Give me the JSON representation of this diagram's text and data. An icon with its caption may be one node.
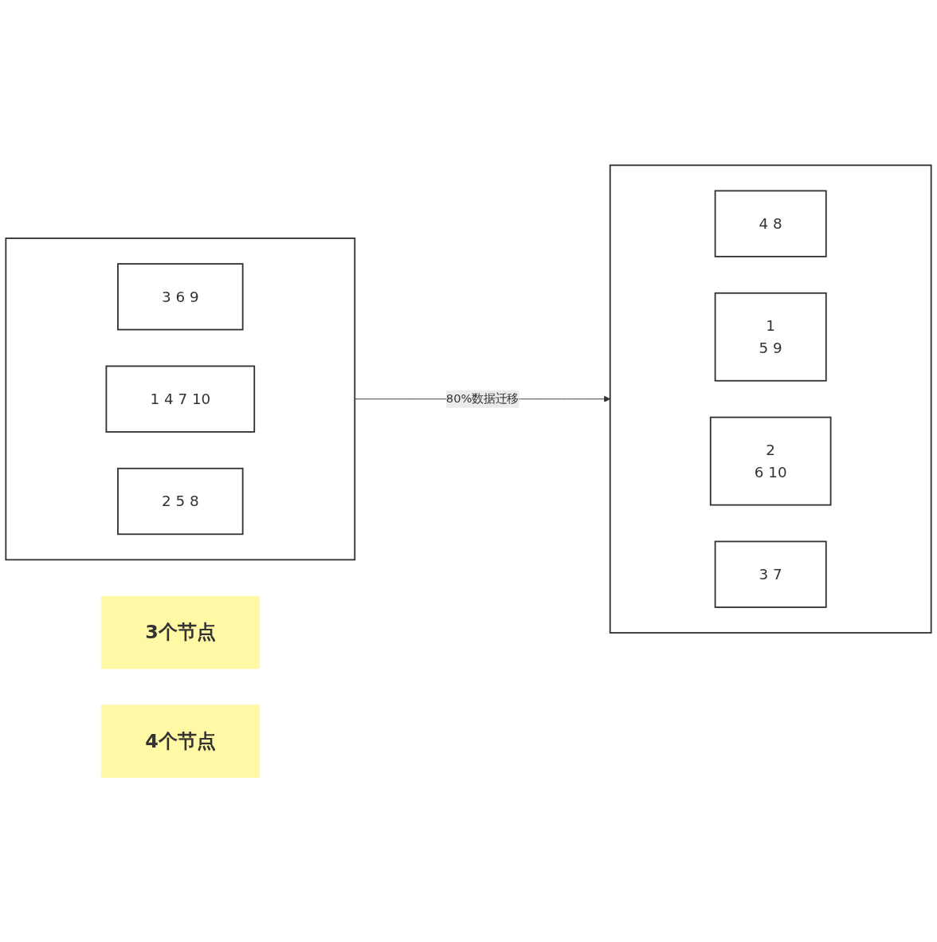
{
  "diagram": {
    "nodes": [
      {
        "text": [
          "3个节点"
        ]
      },
      {
        "text": [
          "4个节点"
        ]
      },
      {
        "text": [],
        "shape": "box"
      },
      {
        "text": [
          "3 6 9"
        ],
        "in": 2
      },
      {
        "text": [
          "1 4 7 10"
        ],
        "in": 2
      },
      {
        "text": [
          "2 5 8"
        ],
        "in": 2
      },
      {
        "text": [],
        "shape": "box"
      },
      {
        "text": [
          "4 8"
        ],
        "in": 6
      },
      {
        "text": [
          "1",
          "5 9"
        ],
        "in": 6
      },
      {
        "text": [
          "2",
          "6 10"
        ],
        "in": 6
      },
      {
        "text": [
          "3 7"
        ],
        "in": 6
      }
    ],
    "edges": [
      {
        "from": 2,
        "to": 6,
        "arrow": "to",
        "label": "80%数据迁移"
      }
    ]
  }
}
